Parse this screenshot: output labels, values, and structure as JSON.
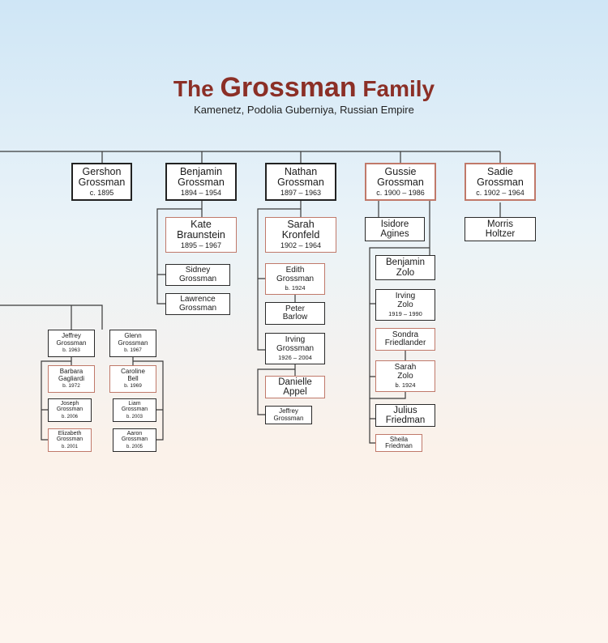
{
  "header": {
    "title_pre": "The",
    "title_main": "Grossman",
    "title_post": "Family",
    "subtitle": "Kamenetz, Podolia Guberniya, Russian Empire"
  },
  "colors": {
    "title": "#8b2f26",
    "line": "#3a3a3a",
    "female_border": "#c0796a",
    "male_border": "#2a2a2a"
  },
  "people": [
    {
      "id": "gershon",
      "name": "Gershon\nGrossman",
      "dates": "c. 1895",
      "female": false
    },
    {
      "id": "benjamin_g",
      "name": "Benjamin\nGrossman",
      "dates": "1894 – 1954",
      "female": false
    },
    {
      "id": "nathan",
      "name": "Nathan\nGrossman",
      "dates": "1897 – 1963",
      "female": false
    },
    {
      "id": "gussie",
      "name": "Gussie\nGrossman",
      "dates": "c. 1900 – 1986",
      "female": true
    },
    {
      "id": "sadie",
      "name": "Sadie\nGrossman",
      "dates": "c. 1902 – 1964",
      "female": true
    },
    {
      "id": "kate",
      "name": "Kate\nBraunstein",
      "dates": "1895 – 1967",
      "female": true
    },
    {
      "id": "sidney",
      "name": "Sidney\nGrossman",
      "dates": "",
      "female": false
    },
    {
      "id": "lawrence",
      "name": "Lawrence\nGrossman",
      "dates": "",
      "female": false
    },
    {
      "id": "sarah_k",
      "name": "Sarah\nKronfeld",
      "dates": "1902 – 1964",
      "female": true
    },
    {
      "id": "edith",
      "name": "Edith\nGrossman",
      "dates": "b. 1924",
      "female": true
    },
    {
      "id": "peter",
      "name": "Peter\nBarlow",
      "dates": "",
      "female": false
    },
    {
      "id": "irving_g",
      "name": "Irving\nGrossman",
      "dates": "1926 – 2004",
      "female": false
    },
    {
      "id": "danielle",
      "name": "Danielle\nAppel",
      "dates": "",
      "female": true
    },
    {
      "id": "jeffrey_g2",
      "name": "Jeffrey\nGrossman",
      "dates": "",
      "female": false
    },
    {
      "id": "isidore",
      "name": "Isidore\nAgines",
      "dates": "",
      "female": false
    },
    {
      "id": "benjamin_z",
      "name": "Benjamin\nZolo",
      "dates": "",
      "female": false
    },
    {
      "id": "irving_z",
      "name": "Irving\nZolo",
      "dates": "1919 – 1990",
      "female": false
    },
    {
      "id": "sondra",
      "name": "Sondra\nFriedlander",
      "dates": "",
      "female": true
    },
    {
      "id": "sarah_z",
      "name": "Sarah\nZolo",
      "dates": "b. 1924",
      "female": true
    },
    {
      "id": "julius",
      "name": "Julius\nFriedman",
      "dates": "",
      "female": false
    },
    {
      "id": "sheila",
      "name": "Sheila\nFriedman",
      "dates": "",
      "female": true
    },
    {
      "id": "morris",
      "name": "Morris\nHoltzer",
      "dates": "",
      "female": false
    },
    {
      "id": "jeffrey_g",
      "name": "Jeffrey\nGrossman",
      "dates": "b. 1963",
      "female": false
    },
    {
      "id": "glenn",
      "name": "Glenn\nGrossman",
      "dates": "b. 1967",
      "female": false
    },
    {
      "id": "barbara",
      "name": "Barbara\nGagliardi",
      "dates": "b. 1972",
      "female": true
    },
    {
      "id": "caroline",
      "name": "Caroline\nBell",
      "dates": "b. 1969",
      "female": true
    },
    {
      "id": "joseph",
      "name": "Joseph\nGrossman",
      "dates": "b. 2006",
      "female": false
    },
    {
      "id": "liam",
      "name": "Liam\nGrossman",
      "dates": "b. 2003",
      "female": false
    },
    {
      "id": "elizabeth",
      "name": "Elizabeth\nGrossman",
      "dates": "b. 2001",
      "female": true
    },
    {
      "id": "aaron",
      "name": "Aaron\nGrossman",
      "dates": "b. 2005",
      "female": false
    }
  ]
}
